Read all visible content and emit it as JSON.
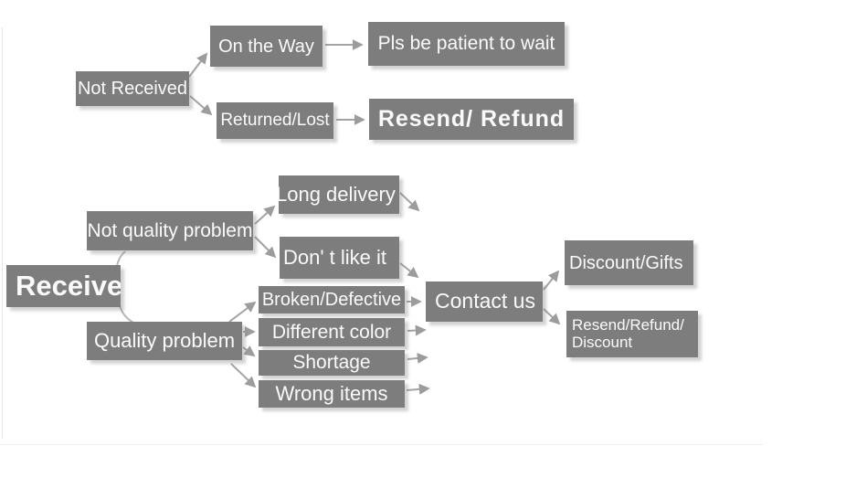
{
  "diagram": {
    "type": "flowchart",
    "background": "#ffffff",
    "box_color": "#7d7d7d",
    "text_color": "#fafafa",
    "arrow_color": "#a3a3a3",
    "nodes": {
      "not_received": "Not Received",
      "on_the_way": "On the Way",
      "pls_be_patient": "Pls be patient to wait",
      "returned_lost": "Returned/Lost",
      "resend_refund": "Resend/ Refund",
      "received": "Received",
      "not_quality_problem": "Not quality problem",
      "long_delivery": "Long delivery",
      "dont_like_it": "Don'  t like it",
      "quality_problem": "Quality problem",
      "broken_defective": "Broken/Defective",
      "different_color": "Different color",
      "shortage": "Shortage",
      "wrong_items": "Wrong items",
      "contact_us": "Contact us",
      "discount_gifts": "Discount/Gifts",
      "resend_refund_discount_line1": "Resend/Refund/",
      "resend_refund_discount_line2": "Discount"
    },
    "edges": [
      "Not Received -> On the Way",
      "Not Received -> Returned/Lost",
      "On the Way -> Pls be patient to wait",
      "Returned/Lost -> Resend/ Refund",
      "Received -> Not quality problem",
      "Received -> Quality problem",
      "Not quality problem -> Long delivery",
      "Not quality problem -> Don' t like it",
      "Long delivery -> Contact us",
      "Don' t like it -> Contact us",
      "Quality problem -> Broken/Defective",
      "Quality problem -> Different color",
      "Quality problem -> Shortage",
      "Quality problem -> Wrong items",
      "Broken/Defective -> Contact us",
      "Different color -> Contact us",
      "Shortage -> Contact us",
      "Wrong items -> Contact us",
      "Contact us -> Discount/Gifts",
      "Contact us -> Resend/Refund/Discount"
    ]
  }
}
